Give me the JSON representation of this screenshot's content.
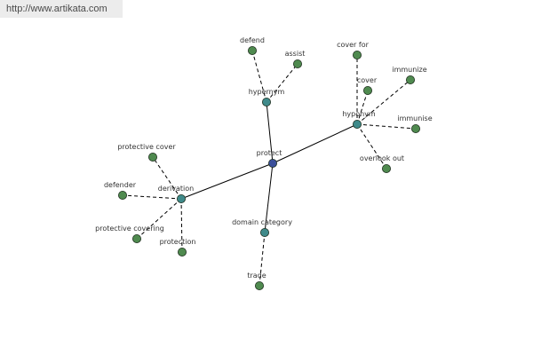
{
  "watermark": "http://www.artikata.com",
  "colors": {
    "root": "#3b4f9a",
    "relation": "#3f8a8a",
    "leaf": "#4f8a4f",
    "stroke": "#1e2e1e",
    "edge": "#000000"
  },
  "graph": {
    "root": {
      "id": "protect",
      "label": "protect"
    },
    "relations": [
      {
        "id": "hypernym",
        "label": "hypernym",
        "terms": [
          "defend",
          "assist"
        ]
      },
      {
        "id": "hyponym",
        "label": "hyponym",
        "terms": [
          "cover for",
          "cover",
          "immunize",
          "immunise",
          "overlook out"
        ]
      },
      {
        "id": "derivation",
        "label": "derivation",
        "terms": [
          "protective cover",
          "defender",
          "protective covering",
          "protection"
        ]
      },
      {
        "id": "domain-category",
        "label": "domain category",
        "terms": [
          "trade"
        ]
      }
    ]
  }
}
